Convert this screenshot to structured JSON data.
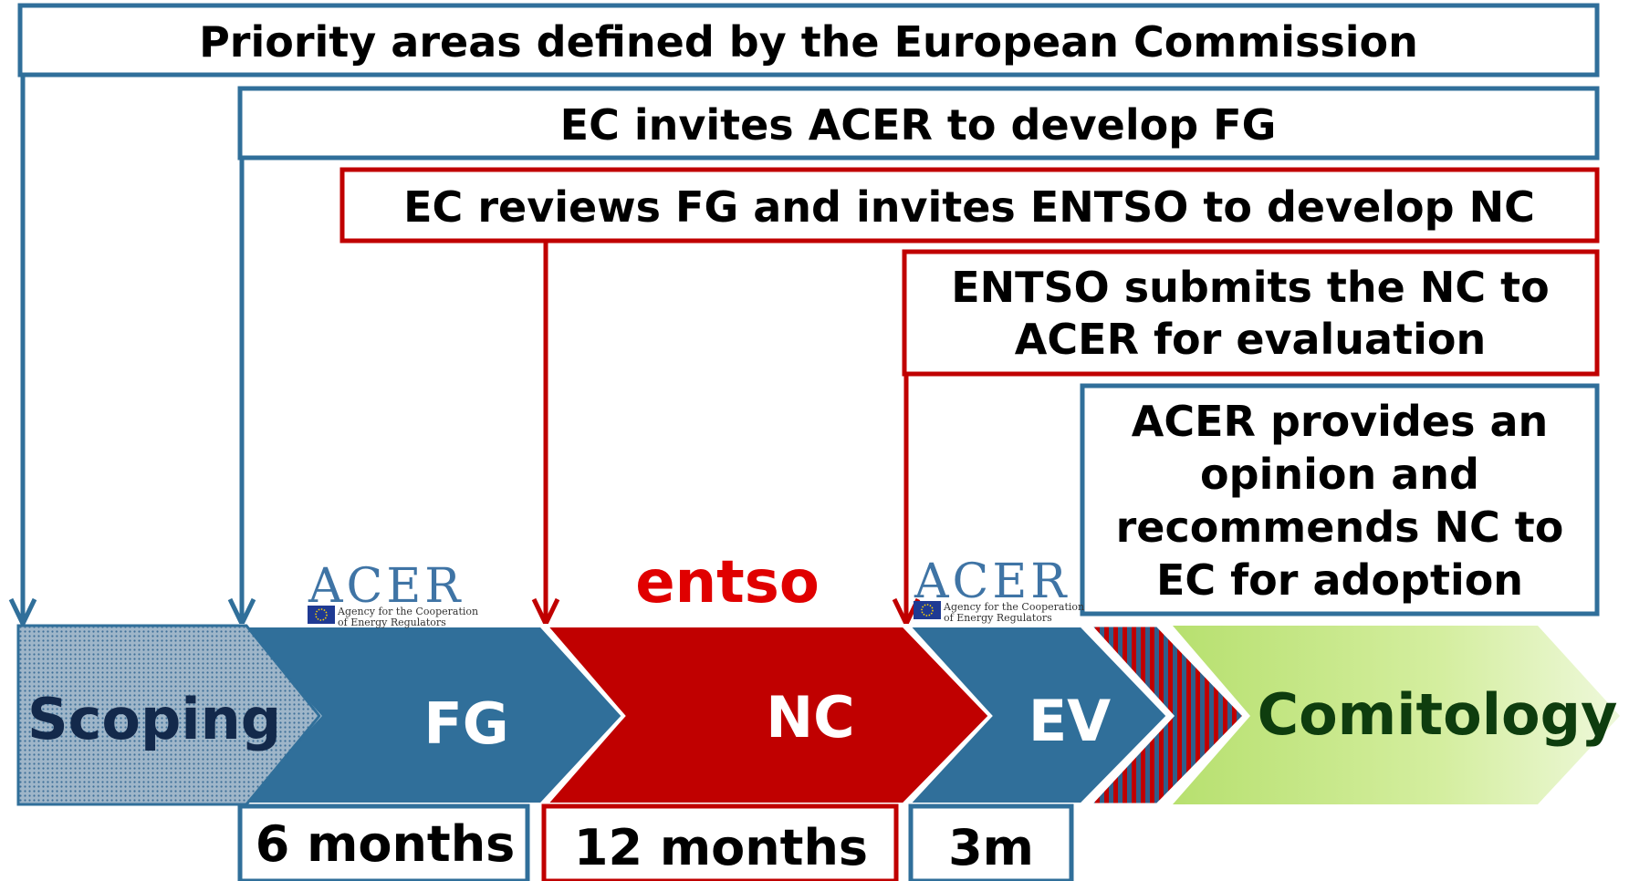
{
  "colors": {
    "blue": "#306f9a",
    "red": "#c00000",
    "dark_navy": "#13294b",
    "dark_green": "#0e3d0e",
    "light_green": "#c5e88a"
  },
  "boxes": {
    "priority": "Priority areas defined by the European Commission",
    "invite_acer": "EC invites ACER to develop FG",
    "review_fg": "EC reviews FG and invites ENTSO to develop NC",
    "submit_nc_line1": "ENTSO submits the NC to",
    "submit_nc_line2": "ACER for evaluation",
    "opinion_line1": "ACER provides an",
    "opinion_line2": "opinion and",
    "opinion_line3": "recommends NC to",
    "opinion_line4": "EC for adoption"
  },
  "stages": {
    "scoping": "Scoping",
    "fg": "FG",
    "nc": "NC",
    "ev": "EV",
    "comitology": "Comitology"
  },
  "durations": {
    "fg": "6 months",
    "nc": "12 months",
    "ev": "3m"
  },
  "logos": {
    "acer_name": "ACER",
    "acer_sub1": "Agency for the Cooperation",
    "acer_sub2": "of Energy Regulators",
    "entso": "entso"
  }
}
